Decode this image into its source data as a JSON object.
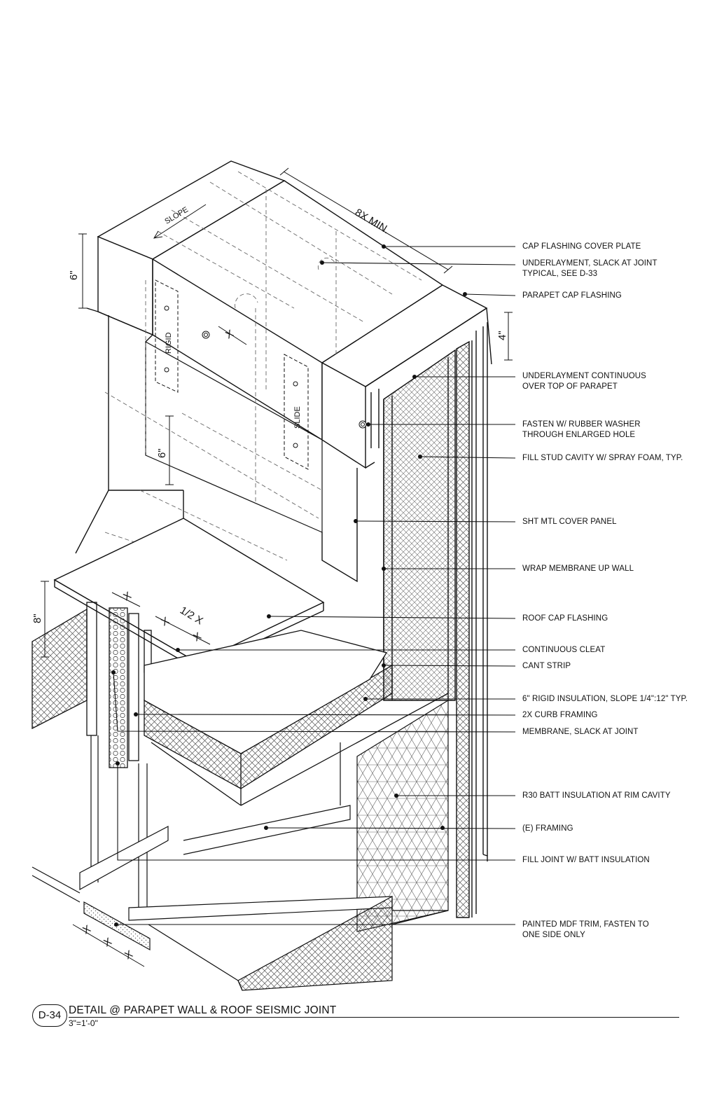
{
  "detail": {
    "id": "D-34",
    "title": "DETAIL @ PARAPET WALL & ROOF SEISMIC JOINT",
    "scale": "3\"=1'-0\""
  },
  "dimensions": {
    "cap_width": "8X MIN.",
    "slope": "SLOPE",
    "cap_height": "6\"",
    "lap": "6\"",
    "drip": "4\"",
    "curb": "8\"",
    "gap_top": "X",
    "gap_cleat_a": "X",
    "gap_cleat_half": "1/2 X",
    "gap_cleat_b": "X",
    "gap_joint": "X",
    "gap_trim": [
      "X",
      "X",
      "X"
    ],
    "rigid_panel": "RIGID",
    "slide_panel": "SLIDE"
  },
  "callouts": [
    {
      "id": "cap-flashing-cover-plate",
      "lines": [
        "CAP FLASHING COVER PLATE"
      ]
    },
    {
      "id": "underlayment-slack",
      "lines": [
        "UNDERLAYMENT, SLACK AT JOINT",
        "TYPICAL, SEE D-33"
      ]
    },
    {
      "id": "parapet-cap-flashing",
      "lines": [
        "PARAPET CAP FLASHING"
      ]
    },
    {
      "id": "underlayment-continuous",
      "lines": [
        "UNDERLAYMENT CONTINUOUS",
        "OVER TOP OF PARAPET"
      ]
    },
    {
      "id": "fasten-rubber-washer",
      "lines": [
        "FASTEN W/ RUBBER WASHER",
        "THROUGH ENLARGED HOLE"
      ]
    },
    {
      "id": "fill-stud-cavity",
      "lines": [
        "FILL STUD CAVITY W/ SPRAY FOAM, TYP."
      ]
    },
    {
      "id": "sht-mtl-cover-panel",
      "lines": [
        "SHT MTL COVER PANEL"
      ]
    },
    {
      "id": "wrap-membrane",
      "lines": [
        "WRAP MEMBRANE UP WALL"
      ]
    },
    {
      "id": "roof-cap-flashing",
      "lines": [
        "ROOF CAP FLASHING"
      ]
    },
    {
      "id": "continuous-cleat",
      "lines": [
        "CONTINUOUS CLEAT"
      ]
    },
    {
      "id": "cant-strip",
      "lines": [
        "CANT STRIP"
      ]
    },
    {
      "id": "rigid-insulation",
      "lines": [
        "6\" RIGID INSULATION, SLOPE 1/4\":12\" TYP."
      ]
    },
    {
      "id": "curb-framing",
      "lines": [
        "2X CURB FRAMING"
      ]
    },
    {
      "id": "membrane-slack",
      "lines": [
        "MEMBRANE, SLACK AT JOINT"
      ]
    },
    {
      "id": "r30-batt",
      "lines": [
        "R30 BATT INSULATION AT RIM CAVITY"
      ]
    },
    {
      "id": "existing-framing",
      "lines": [
        "(E) FRAMING"
      ]
    },
    {
      "id": "fill-joint",
      "lines": [
        "FILL JOINT W/ BATT INSULATION"
      ]
    },
    {
      "id": "painted-mdf-trim",
      "lines": [
        "PAINTED MDF TRIM, FASTEN TO",
        "ONE SIDE ONLY"
      ]
    }
  ]
}
